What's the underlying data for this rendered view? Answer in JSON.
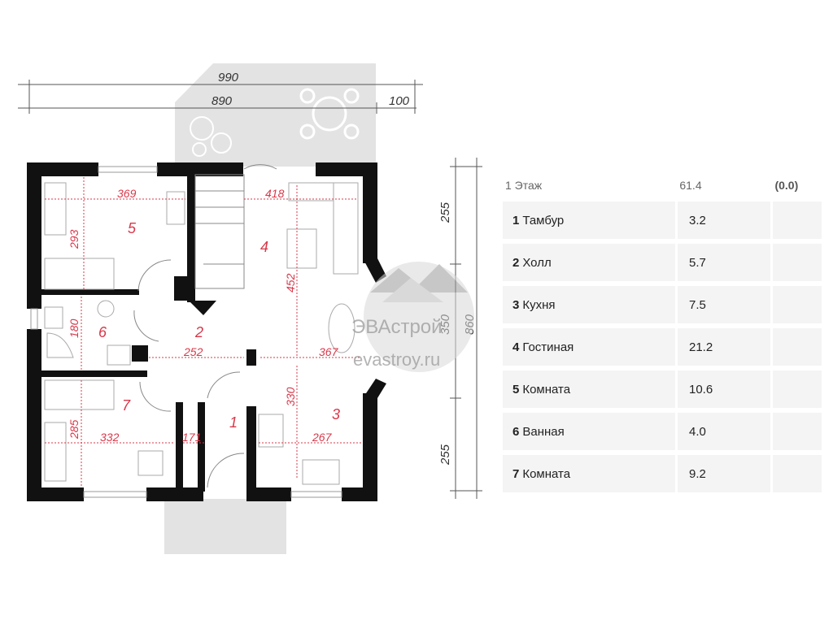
{
  "dimensions": {
    "top_total": "990",
    "top_main": "890",
    "top_small": "100",
    "right_top": "255",
    "right_mid": "350",
    "right_mid_overlap": "860",
    "right_bottom": "255"
  },
  "inner_dims": {
    "d369": "369",
    "d418": "418",
    "d293": "293",
    "d452": "452",
    "d180": "180",
    "d252": "252",
    "d367": "367",
    "d330": "330",
    "d285": "285",
    "d332": "332",
    "d171": "171",
    "d267": "267"
  },
  "room_labels": {
    "r1": "1",
    "r2": "2",
    "r3": "3",
    "r4": "4",
    "r5": "5",
    "r6": "6",
    "r7": "7"
  },
  "watermark": {
    "line1": "ЭВАстрой",
    "line2": "evastroy.ru"
  },
  "table": {
    "header": {
      "name": "1 Этаж",
      "area": "61.4",
      "extra": "(0.0)"
    },
    "rows": [
      {
        "num": "1",
        "name": "Тамбур",
        "area": "3.2"
      },
      {
        "num": "2",
        "name": "Холл",
        "area": "5.7"
      },
      {
        "num": "3",
        "name": "Кухня",
        "area": "7.5"
      },
      {
        "num": "4",
        "name": "Гостиная",
        "area": "21.2"
      },
      {
        "num": "5",
        "name": "Комната",
        "area": "10.6"
      },
      {
        "num": "6",
        "name": "Ванная",
        "area": "4.0"
      },
      {
        "num": "7",
        "name": "Комната",
        "area": "9.2"
      }
    ]
  },
  "colors": {
    "wall": "#111111",
    "terrace": "#e3e3e3",
    "dim_red": "#d8384a"
  }
}
